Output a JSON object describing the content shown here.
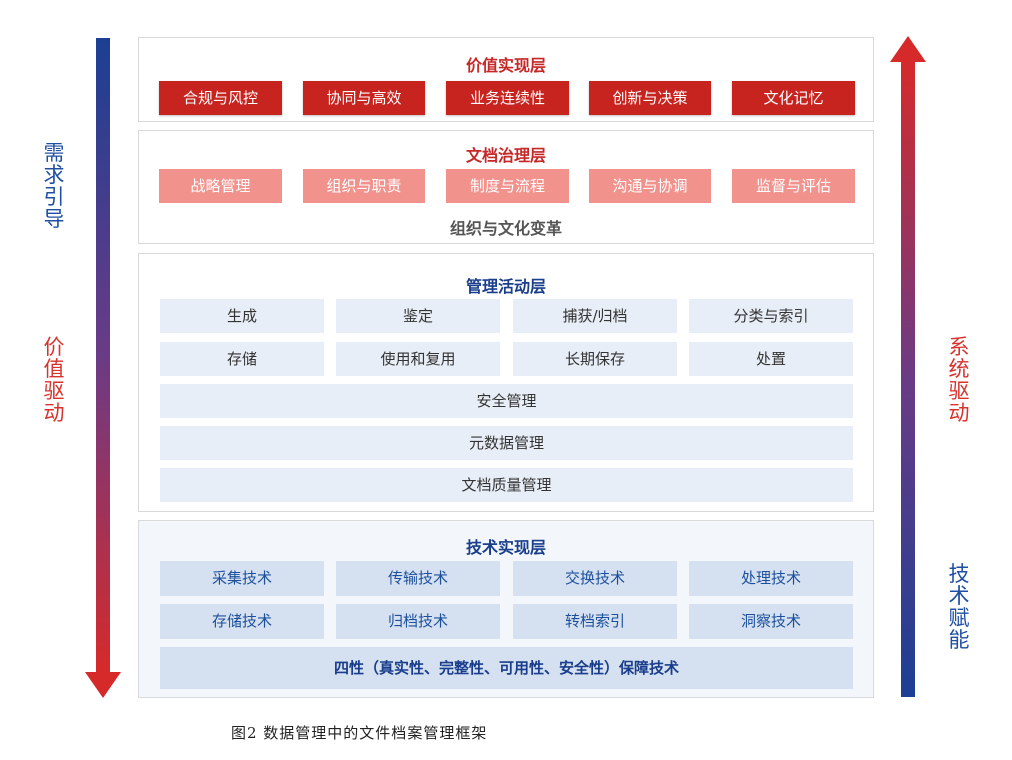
{
  "side_labels": {
    "left_top": "需求引导",
    "left_bottom": "价值驱动",
    "right_top": "系统驱动",
    "right_bottom": "技术赋能"
  },
  "value_layer": {
    "title": "价值实现层",
    "items": [
      "合规与风控",
      "协同与高效",
      "业务连续性",
      "创新与决策",
      "文化记忆"
    ]
  },
  "governance_layer": {
    "title": "文档治理层",
    "items": [
      "战略管理",
      "组织与职责",
      "制度与流程",
      "沟通与协调",
      "监督与评估"
    ],
    "footer": "组织与文化变革"
  },
  "management_layer": {
    "title": "管理活动层",
    "grid": [
      [
        "生成",
        "鉴定",
        "捕获/归档",
        "分类与索引"
      ],
      [
        "存储",
        "使用和复用",
        "长期保存",
        "处置"
      ]
    ],
    "rows": [
      "安全管理",
      "元数据管理",
      "文档质量管理"
    ]
  },
  "tech_layer": {
    "title": "技术实现层",
    "grid": [
      [
        "采集技术",
        "传输技术",
        "交换技术",
        "处理技术"
      ],
      [
        "存储技术",
        "归档技术",
        "转档索引",
        "洞察技术"
      ]
    ],
    "footer": "四性（真实性、完整性、可用性、安全性）保障技术"
  },
  "caption": "图2   数据管理中的文件档案管理框架",
  "colors": {
    "red": "#c8241f",
    "pink": "#f2928d",
    "blue": "#1a3e8c",
    "light_cell": "#e8eef7",
    "tech_cell": "#d5e1f0"
  }
}
